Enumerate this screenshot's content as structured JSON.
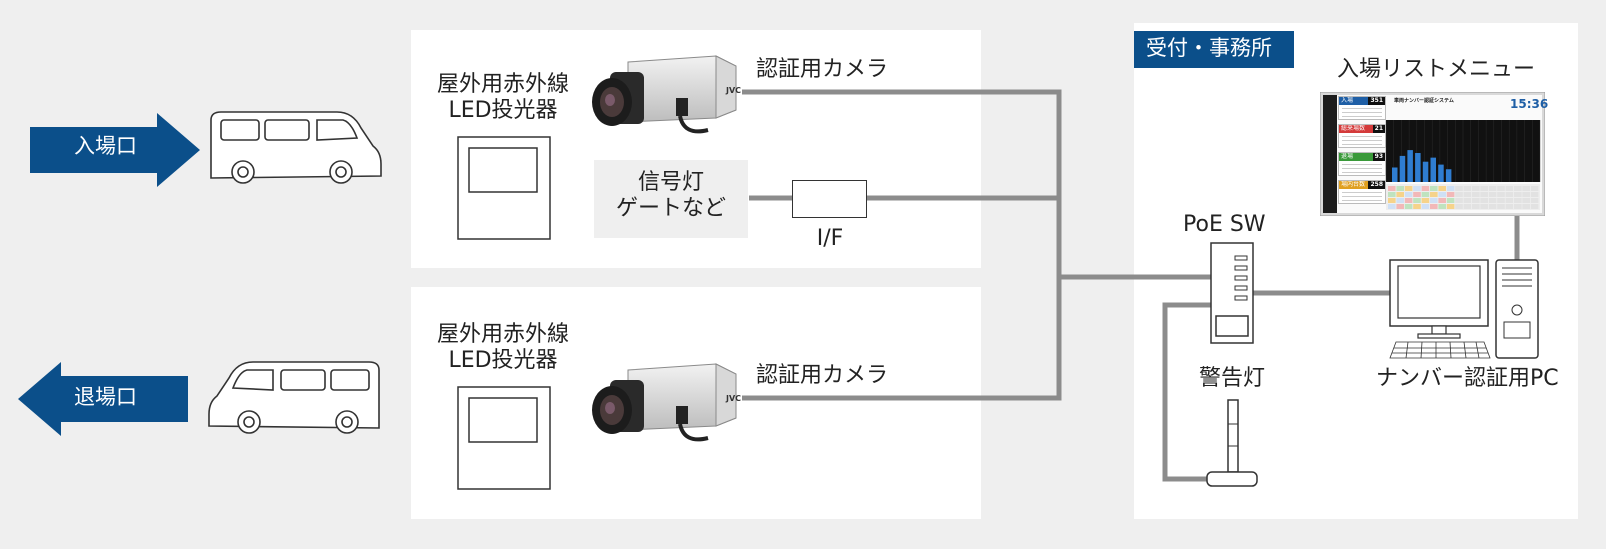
{
  "entrance_label": "入場口",
  "exit_label": "退場口",
  "zone1": {
    "ir_led_line1": "屋外用赤外線",
    "ir_led_line2": "LED投光器",
    "camera_label": "認証用カメラ",
    "camera_brand": "JVC",
    "signal_line1": "信号灯",
    "signal_line2": "ゲートなど",
    "if_label": "I/F"
  },
  "zone2": {
    "ir_led_line1": "屋外用赤外線",
    "ir_led_line2": "LED投光器",
    "camera_label": "認証用カメラ",
    "camera_brand": "JVC"
  },
  "office": {
    "header": "受付・事務所",
    "list_menu_label": "入場リストメニュー",
    "poe_label": "PoE SW",
    "warning_light_label": "警告灯",
    "pc_label": "ナンバー認証用PC"
  },
  "monitor_screen": {
    "app_title": "車両ナンバー認証システム",
    "clock": "15:36",
    "panels": [
      {
        "label": "入場",
        "count": "351",
        "color": "#1f5fa6"
      },
      {
        "label": "総来場数",
        "count": "21",
        "color": "#d43a3a"
      },
      {
        "label": "退場",
        "count": "93",
        "color": "#3a9a3a"
      },
      {
        "label": "場内台数",
        "count": "258",
        "color": "#e0a020"
      }
    ],
    "bars": [
      0.25,
      0.45,
      0.55,
      0.5,
      0.35,
      0.42,
      0.3,
      0.22
    ]
  },
  "colors": {
    "arrow_blue": "#0b4f8a",
    "wire_gray": "#8c8c8c",
    "bar_blue": "#2f7dd1"
  }
}
